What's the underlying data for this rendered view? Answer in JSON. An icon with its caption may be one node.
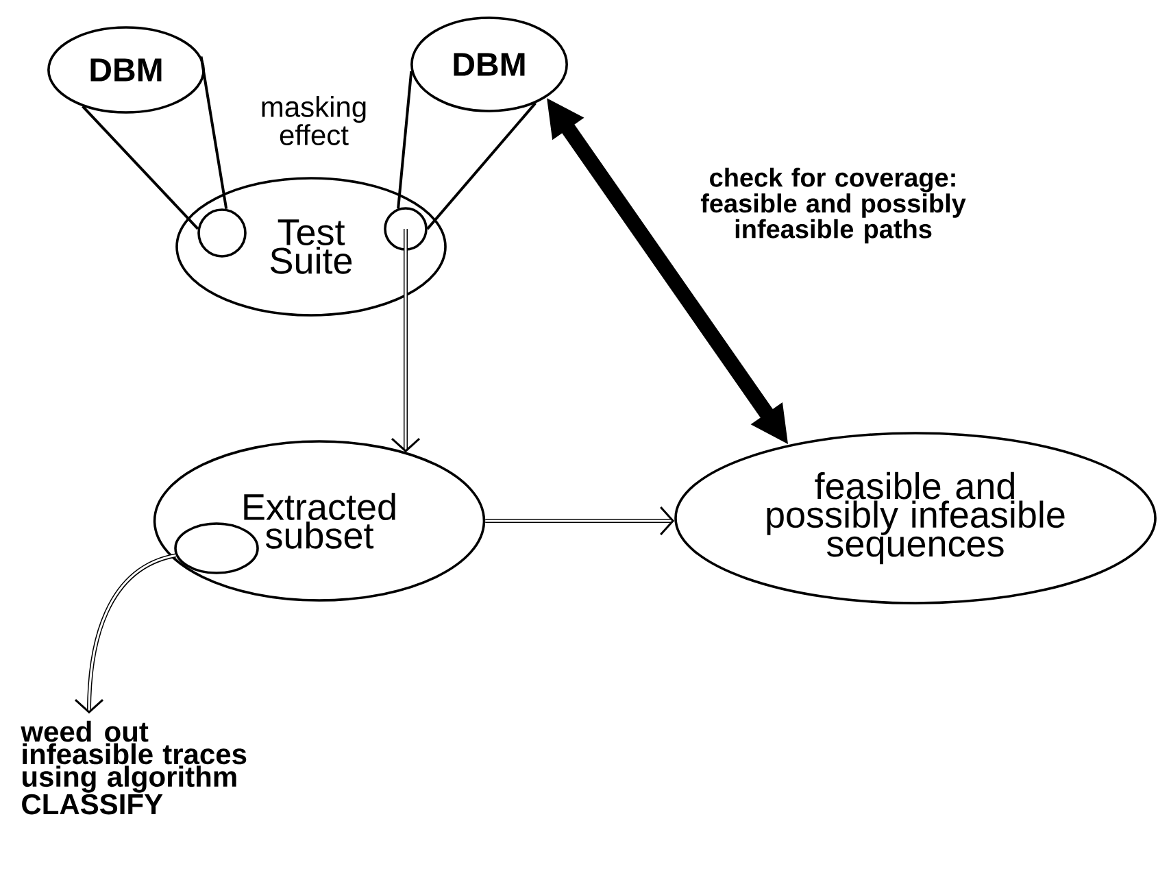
{
  "diagram": {
    "nodes": [
      {
        "text": [
          "DBM"
        ]
      },
      {
        "text": [
          "DBM"
        ]
      },
      {
        "text": [
          "Test Suite"
        ]
      },
      {
        "text": [],
        "shape": "circle",
        "in": 2
      },
      {
        "text": [],
        "shape": "circle",
        "in": 2
      },
      {
        "text": [
          "Extracted subset"
        ]
      },
      {
        "text": [],
        "shape": "circle",
        "in": 5
      },
      {
        "text": [
          "feasible and possibly infeasible sequences"
        ]
      },
      {
        "text": [
          "weed out infeasible traces using algorithm CLASSIFY"
        ]
      }
    ],
    "edges": [
      {
        "from": 0,
        "to": 3,
        "arrow": "none"
      },
      {
        "from": 0,
        "to": 3,
        "arrow": "none"
      },
      {
        "from": 1,
        "to": 4,
        "arrow": "none"
      },
      {
        "from": 1,
        "to": 4,
        "arrow": "none"
      },
      {
        "from": 4,
        "to": 5,
        "arrow": "to"
      },
      {
        "from": 5,
        "to": 7,
        "arrow": "to"
      },
      {
        "from": 6,
        "to": 8,
        "arrow": "to"
      },
      {
        "from": 1,
        "to": 7,
        "arrow": "both",
        "style": "thick",
        "label": "check for coverage: feasible and possibly infeasible paths"
      }
    ],
    "labels": [
      "masking effect"
    ]
  }
}
